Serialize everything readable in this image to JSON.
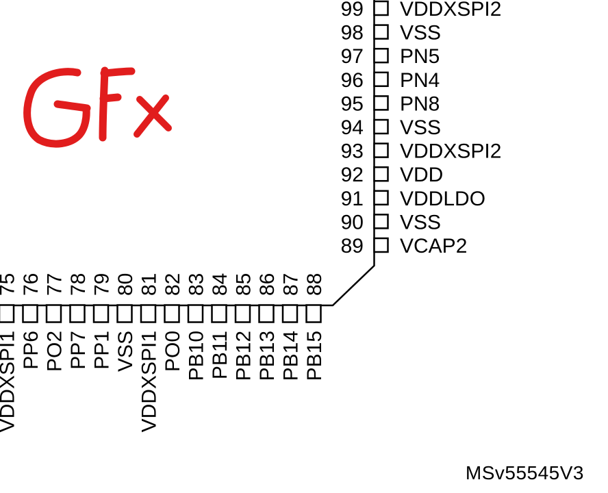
{
  "diagram": {
    "type": "mcu-package-pinout-corner",
    "watermark": "MSv55545V3",
    "annotation": {
      "text": "GFx",
      "color": "#e11d1d"
    },
    "line_color": "#000000",
    "background_color": "#ffffff",
    "right_pins": [
      {
        "number": "99",
        "label": "VDDXSPI2"
      },
      {
        "number": "98",
        "label": "VSS"
      },
      {
        "number": "97",
        "label": "PN5"
      },
      {
        "number": "96",
        "label": "PN4"
      },
      {
        "number": "95",
        "label": "PN8"
      },
      {
        "number": "94",
        "label": "VSS"
      },
      {
        "number": "93",
        "label": "VDDXSPI2"
      },
      {
        "number": "92",
        "label": "VDD"
      },
      {
        "number": "91",
        "label": "VDDLDO"
      },
      {
        "number": "90",
        "label": "VSS"
      },
      {
        "number": "89",
        "label": "VCAP2"
      }
    ],
    "bottom_pins": [
      {
        "number": "75",
        "label": "VDDXSPI1"
      },
      {
        "number": "76",
        "label": "PP6"
      },
      {
        "number": "77",
        "label": "PO2"
      },
      {
        "number": "78",
        "label": "PP7"
      },
      {
        "number": "79",
        "label": "PP1"
      },
      {
        "number": "80",
        "label": "VSS"
      },
      {
        "number": "81",
        "label": "VDDXSPI1"
      },
      {
        "number": "82",
        "label": "PO0"
      },
      {
        "number": "83",
        "label": "PB10"
      },
      {
        "number": "84",
        "label": "PB11"
      },
      {
        "number": "85",
        "label": "PB12"
      },
      {
        "number": "86",
        "label": "PB13"
      },
      {
        "number": "87",
        "label": "PB14"
      },
      {
        "number": "88",
        "label": "PB15"
      }
    ]
  }
}
